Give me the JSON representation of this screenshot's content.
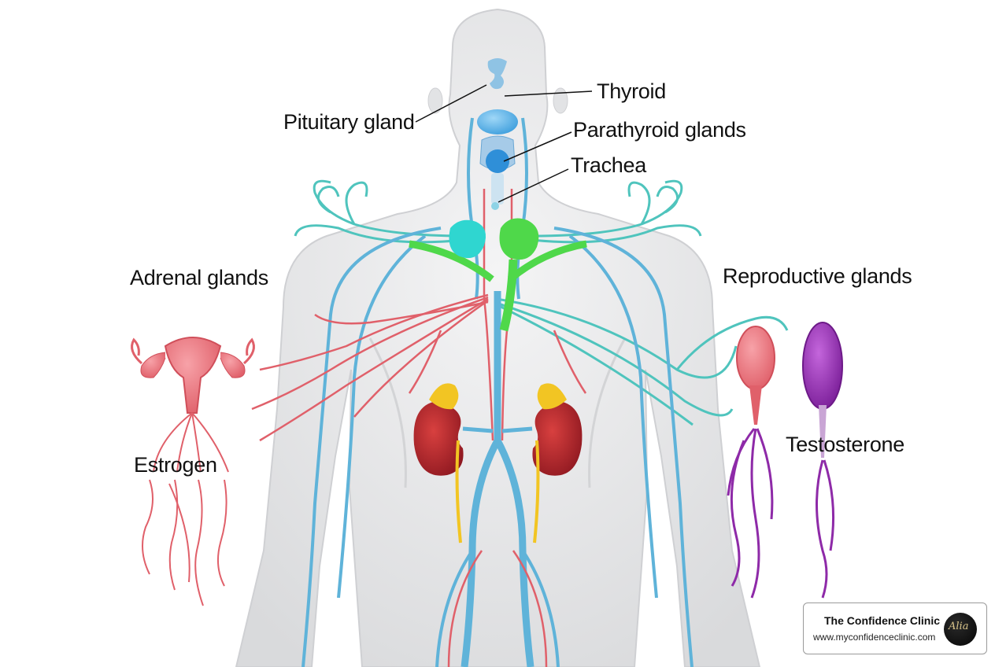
{
  "labels": {
    "pituitary": "Pituitary gland",
    "thyroid": "Thyroid",
    "parathyroid": "Parathyroid glands",
    "trachea": "Trachea",
    "adrenal": "Adrenal glands",
    "reproductive": "Reproductive glands",
    "estrogen": "Estrogen",
    "testosterone": "Testosterone"
  },
  "badge": {
    "title": "The Confidence Clinic",
    "url": "www.myconfidenceclinic.com"
  },
  "colors": {
    "vessel_blue": "#5fb3d9",
    "vessel_red": "#e0606a",
    "teal": "#4fc4bd",
    "green": "#4fd84a",
    "kidney": "#b8232b",
    "adrenal_yellow": "#f2c523",
    "purple": "#8e2aa8",
    "body": "#e9eaec"
  }
}
